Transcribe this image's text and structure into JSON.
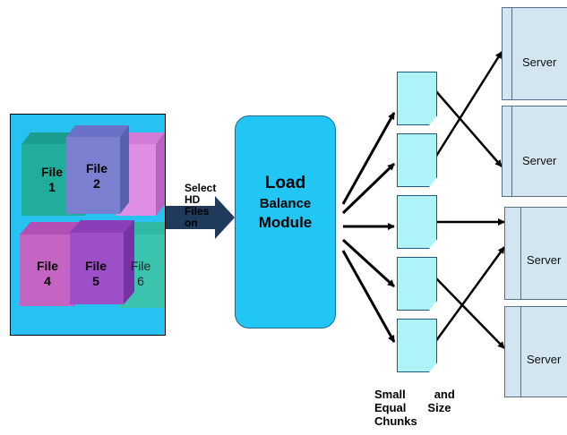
{
  "files": {
    "top_row": [
      {
        "line1": "File",
        "line2": "1"
      },
      {
        "line1": "File",
        "line2": "2"
      }
    ],
    "bottom_row": [
      {
        "line1": "File",
        "line2": "4"
      },
      {
        "line1": "File",
        "line2": "5"
      },
      {
        "line1": "File",
        "line2": "6"
      }
    ]
  },
  "select_text": [
    "Select",
    "HD",
    "Files",
    "on"
  ],
  "module": {
    "line1": "Load",
    "line2": "Balance",
    "line3": "Module"
  },
  "servers": [
    "Server",
    "Server",
    "Server",
    "Server"
  ],
  "caption": {
    "w1": "Small",
    "w2": "and",
    "w3": "Equal",
    "w4": "Size",
    "w5": "Chunks"
  },
  "colors": {
    "panel": "#27c2f2",
    "module": "#22c6f5",
    "chunk": "#aef3f8",
    "server": "#d2e5f1",
    "arrow_main": "#1f3a5a"
  }
}
